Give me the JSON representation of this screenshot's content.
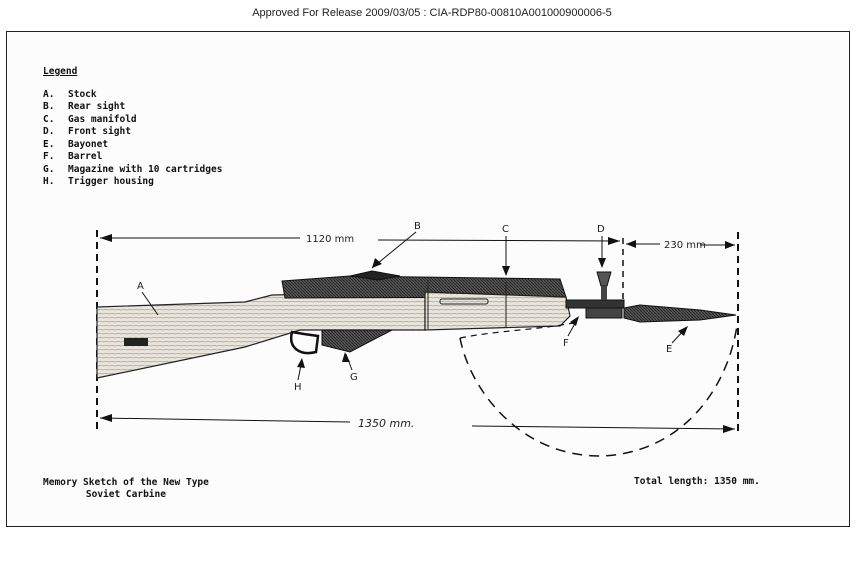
{
  "header": {
    "text": "Approved For Release 2009/03/05 : CIA-RDP80-00810A001000900006-5"
  },
  "legend": {
    "title": "Legend",
    "items": [
      {
        "key": "A.",
        "label": "Stock"
      },
      {
        "key": "B.",
        "label": "Rear sight"
      },
      {
        "key": "C.",
        "label": "Gas manifold"
      },
      {
        "key": "D.",
        "label": "Front sight"
      },
      {
        "key": "E.",
        "label": "Bayonet"
      },
      {
        "key": "F.",
        "label": "Barrel"
      },
      {
        "key": "G.",
        "label": "Magazine with 10 cartridges"
      },
      {
        "key": "H.",
        "label": "Trigger housing"
      }
    ]
  },
  "drawing": {
    "dim_1120": "1120 mm",
    "dim_230": "230 mm",
    "dim_1350": "1350 mm.",
    "callouts": {
      "a": "A",
      "b": "B",
      "c": "C",
      "d": "D",
      "e": "E",
      "f": "F",
      "g": "G",
      "h": "H"
    }
  },
  "caption": {
    "line1": "Memory Sketch of the New Type",
    "line2": "Soviet Carbine"
  },
  "total": {
    "label": "Total length:",
    "value": "1350 mm."
  }
}
